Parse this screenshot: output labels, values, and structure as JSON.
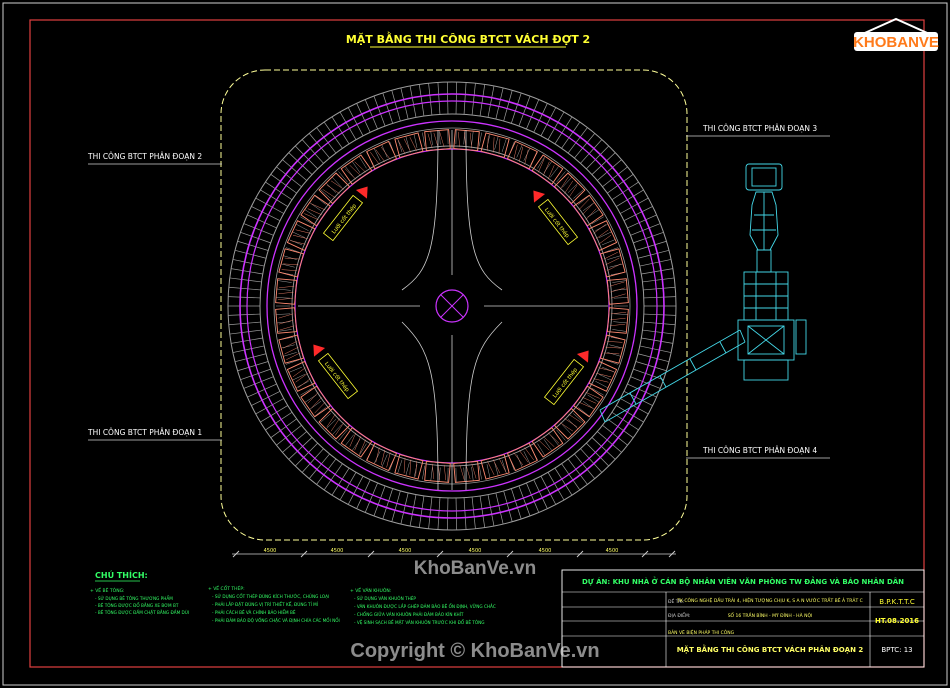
{
  "title": "MẶT BẰNG THI CÔNG BTCT VÁCH ĐỢT 2",
  "zones": [
    "THI CÔNG BTCT PHÂN ĐOẠN 2",
    "THI CÔNG BTCT PHÂN ĐOẠN 3",
    "THI CÔNG BTCT PHÂN ĐOẠN 1",
    "THI CÔNG BTCT PHÂN ĐOẠN 4"
  ],
  "dimension_labels": [
    "4500",
    "4500",
    "4500",
    "4500",
    "4500",
    "4500"
  ],
  "notes": {
    "heading": "CHÚ THÍCH:",
    "col1": {
      "title": "+ VỀ BÊ TÔNG:",
      "lines": [
        "- SỬ DỤNG BÊ TÔNG THƯƠNG PHẨM",
        "- BÊ TÔNG ĐƯỢC ĐỔ BẰNG XE BƠM BT",
        "- BÊ TÔNG ĐƯỢC ĐẦM CHẶT BẰNG ĐẦM DÙI"
      ]
    },
    "col2": {
      "title": "+ VỀ CỐT THÉP:",
      "lines": [
        "- SỬ DỤNG CỐT THÉP ĐÚNG KÍCH THƯỚC, CHỦNG LOẠI",
        "- PHẢI LẮP ĐẶT ĐÚNG VỊ TRÍ THIẾT KẾ, ĐÚNG TỈ MỈ",
        "- PHẢI CÁCH BÊ VÀ CHÍNH BẢO HIỂM BÊ",
        "- PHẢI ĐẢM BẢO ĐỘ VỒNG CHẶC VÀ ĐỊNH CHÍA CÁC MỐI NỐI"
      ]
    },
    "col3": {
      "title": "+ VỀ VÁN KHUÔN:",
      "lines": [
        "- SỬ DỤNG VÁN KHUÔN THÉP",
        "- VÁN KHUÔN ĐƯỢC LẮP GHÉP ĐẢM BẢO BÊ ỔN ĐỊNH, VỮNG CHẮC",
        "- CHỐNG GIỮA VÁN KHUÔN PHẢI ĐẢM BẢO KÍN KHÍT",
        "- VỆ SINH SẠCH BỀ MẶT VÁN KHUÔN TRƯỚC KHI ĐỔ BÊ TÔNG"
      ]
    }
  },
  "title_block": {
    "project": "DỰ ÁN: KHU NHÀ Ở CÁN BỘ NHÂN VIÊN VĂN PHÒNG TW ĐẢNG VÀ BÁO NHÂN DÂN",
    "label_subject": "ĐỀ TÀI:",
    "subject": "TK CÔNG NGHỆ DẦU TRẢI 4, HIỆN TƯỢNG CHỊU K, S A N VƯỚC TRẤT BÊ Ả TRẢT C",
    "label_location": "ĐỊA ĐIỂM:",
    "location": "SỐ 16 TRẦN BÌNH - MỸ ĐÌNH - HÀ NỘI",
    "drawing_label": "BẢN VẼ BIỆN PHÁP THI CÔNG",
    "drawing_name": "MẶT BẰNG THI CÔNG BTCT VÁCH PHÂN ĐOẠN 2",
    "code1": "B.P.K.T.T.C",
    "code2": "HT.08.2016",
    "sheet": "BPTC: 13"
  },
  "rebar_tags": [
    "Lưới cốt thép",
    "Lưới cốt thép",
    "Lưới cốt thép",
    "Lưới cốt thép"
  ],
  "logo": {
    "text": "KHOBANVE",
    "style": "orange-3d-lettering"
  },
  "watermarks": {
    "center": "KhoBanVe.vn",
    "bottom": "Copyright © KhoBanVe.vn"
  },
  "colors": {
    "background": "#000000",
    "frame": "#e04040",
    "title": "#ffff33",
    "zone_text": "#ffffff",
    "wall": "#ff8a70",
    "ring_magenta": "#cc33ff",
    "ring_gray": "#9c9c9c",
    "zone_dashed": "#ffff99",
    "crane": "#44d8e8",
    "notes": "#33ff66"
  }
}
